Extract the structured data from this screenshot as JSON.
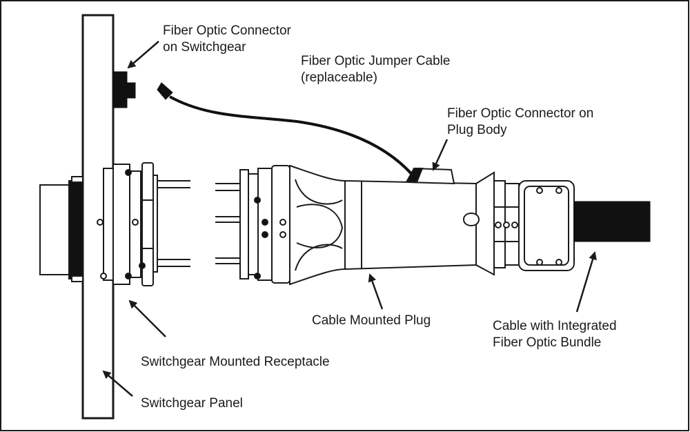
{
  "labels": {
    "connector_switchgear": [
      "Fiber Optic Connector",
      "on Switchgear"
    ],
    "jumper_cable": [
      "Fiber Optic Jumper Cable",
      "(replaceable)"
    ],
    "connector_plug_body": [
      "Fiber Optic Connector on",
      "Plug Body"
    ],
    "cable_mounted_plug": "Cable Mounted Plug",
    "cable_bundle": [
      "Cable with Integrated",
      "Fiber Optic Bundle"
    ],
    "receptacle": "Switchgear Mounted Receptacle",
    "panel": "Switchgear Panel"
  },
  "colors": {
    "ink": "#1a1a1a",
    "paper": "#ffffff",
    "cable_fill": "#111111"
  }
}
